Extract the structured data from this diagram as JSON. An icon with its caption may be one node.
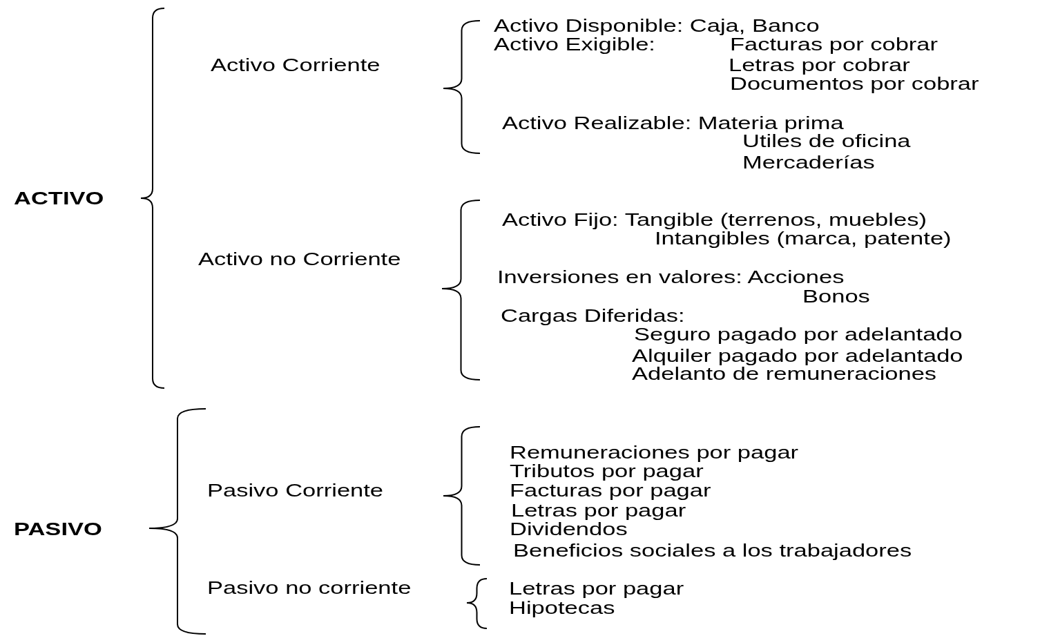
{
  "diagram": {
    "labels": [
      "ACTIVO",
      "Activo Corriente",
      "Activo Disponible: Caja, Banco",
      "Activo Exigible:",
      "Facturas por cobrar",
      "Letras por cobrar",
      "Documentos por cobrar",
      "Activo Realizable: Materia prima",
      "Utiles de oficina",
      "Mercaderías",
      "Activo no Corriente",
      "Activo Fijo: Tangible (terrenos, muebles)",
      "Intangibles (marca, patente)",
      "Inversiones en valores: Acciones",
      "Bonos",
      "Cargas Diferidas:",
      "Seguro pagado por adelantado",
      "Alquiler pagado por adelantado",
      "Adelanto de remuneraciones",
      "PASIVO",
      "Pasivo Corriente",
      "Remuneraciones por pagar",
      "Tributos por pagar",
      "Facturas por pagar",
      "Letras por pagar",
      "Dividendos",
      "Beneficios sociales a los trabajadores",
      "Pasivo no corriente",
      "Letras por pagar",
      "Hipotecas"
    ]
  }
}
